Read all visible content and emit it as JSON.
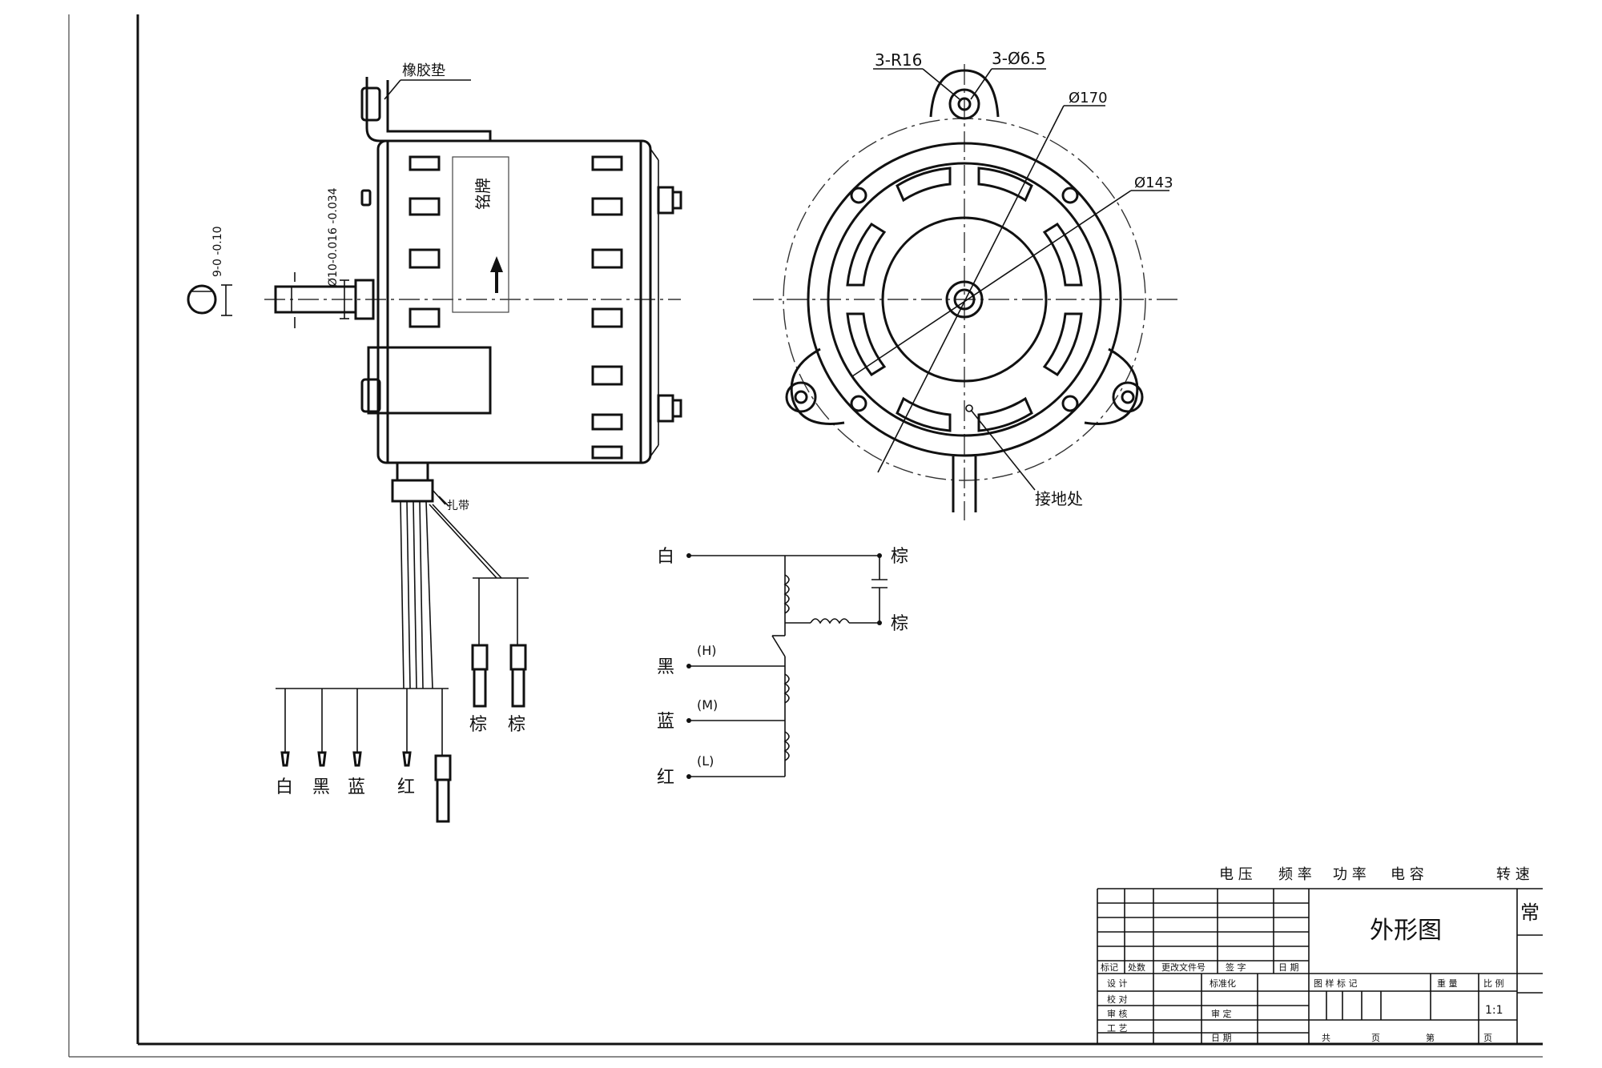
{
  "side_view": {
    "rubber_pad_label": "橡胶垫",
    "nameplate_label": "铭牌",
    "cable_tie_label": "扎带",
    "shaft_dim": "Ø10-0.016 -0.034",
    "flat_dim": "9-0 -0.10",
    "wire_colors": [
      "白",
      "黑",
      "蓝",
      "红"
    ],
    "brown_labels": [
      "棕",
      "棕"
    ]
  },
  "front_view": {
    "r_label": "3-R16",
    "hole_label": "3-Ø6.5",
    "d170_label": "Ø170",
    "d143_label": "Ø143",
    "ground_label": "接地处"
  },
  "schematic": {
    "white": "白",
    "black": "黑",
    "blue": "蓝",
    "red": "红",
    "brown_top": "棕",
    "brown_bottom": "棕",
    "speed_h": "(H)",
    "speed_m": "(M)",
    "speed_l": "(L)"
  },
  "title_block": {
    "header": [
      "电 压",
      "频 率",
      "功 率",
      "电 容",
      "转 速"
    ],
    "title": "外形图",
    "side_char": "常",
    "rev_row": [
      "标记",
      "处数",
      "更改文件号",
      "签 字",
      "日 期"
    ],
    "left_rows": [
      "设 计",
      "校 对",
      "审 核",
      "工 艺"
    ],
    "mid_labels": [
      "标准化",
      "审 定",
      "日 期"
    ],
    "right_labels": [
      "图 样 标 记",
      "重 量",
      "比 例"
    ],
    "scale_value": "1:1",
    "sheets": [
      "共",
      "页",
      "第",
      "页"
    ]
  }
}
